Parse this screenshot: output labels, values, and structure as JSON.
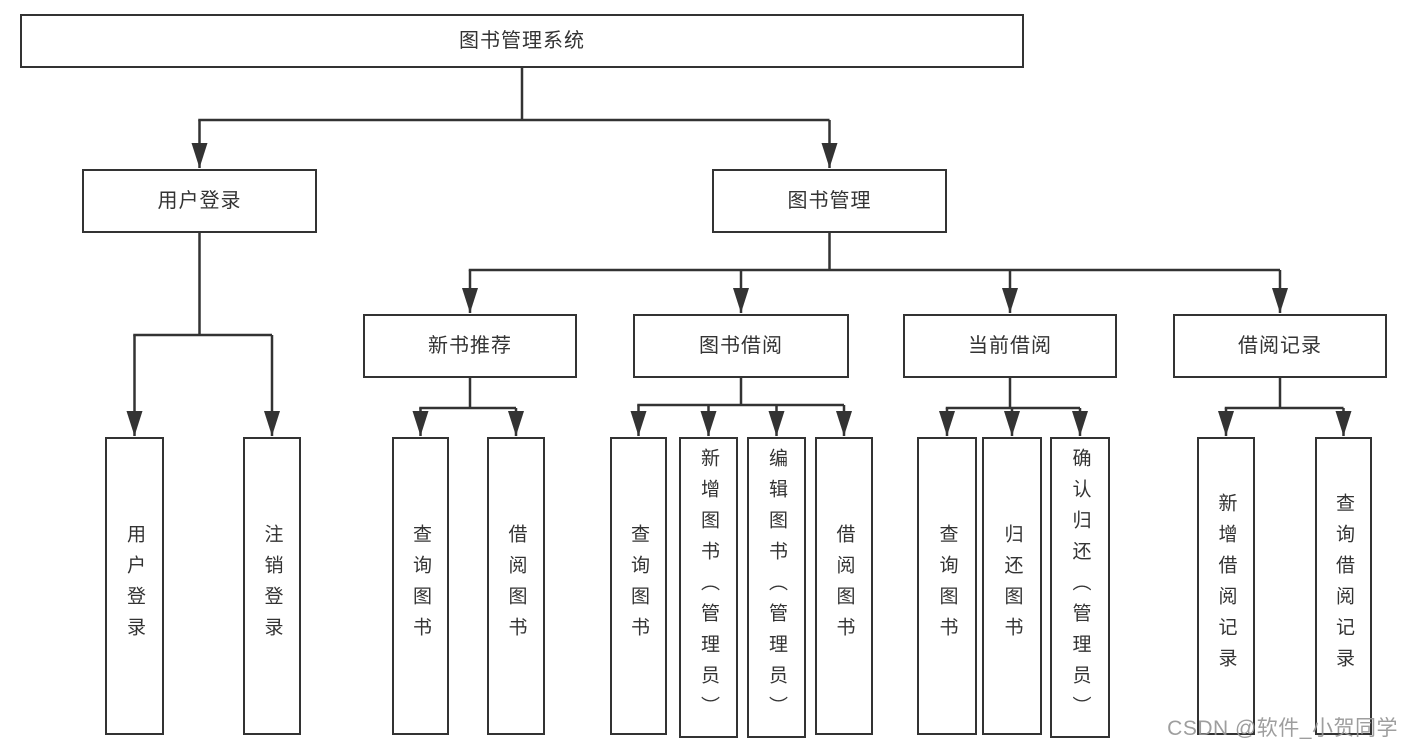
{
  "diagram": {
    "type": "hierarchy-diagram",
    "title": "图书管理系统",
    "watermark": "CSDN @软件_小贺同学",
    "colors": {
      "line": "#333333",
      "text": "#333333",
      "box_background": "#ffffff",
      "watermark": "#969696"
    },
    "nodes": {
      "root": {
        "label": "图书管理系统"
      },
      "user_login": {
        "label": "用户登录"
      },
      "book_mgmt": {
        "label": "图书管理"
      },
      "new_book_rec": {
        "label": "新书推荐"
      },
      "book_borrow": {
        "label": "图书借阅"
      },
      "current_borrow": {
        "label": "当前借阅"
      },
      "borrow_record": {
        "label": "借阅记录"
      },
      "ul_login": {
        "label": "用户登录"
      },
      "ul_logout": {
        "label": "注销登录"
      },
      "nbr_query": {
        "label": "查询图书"
      },
      "nbr_borrow": {
        "label": "借阅图书"
      },
      "bb_query": {
        "label": "查询图书"
      },
      "bb_add": {
        "label": "新增图书（管理员）"
      },
      "bb_edit": {
        "label": "编辑图书（管理员）"
      },
      "bb_borrow": {
        "label": "借阅图书"
      },
      "cb_query": {
        "label": "查询图书"
      },
      "cb_return": {
        "label": "归还图书"
      },
      "cb_confirm": {
        "label": "确认归还（管理员）"
      },
      "br_add": {
        "label": "新增借阅记录"
      },
      "br_query": {
        "label": "查询借阅记录"
      }
    },
    "hierarchy": [
      {
        "parent": "root",
        "children": [
          "user_login",
          "book_mgmt"
        ]
      },
      {
        "parent": "user_login",
        "children": [
          "ul_login",
          "ul_logout"
        ]
      },
      {
        "parent": "book_mgmt",
        "children": [
          "new_book_rec",
          "book_borrow",
          "current_borrow",
          "borrow_record"
        ]
      },
      {
        "parent": "new_book_rec",
        "children": [
          "nbr_query",
          "nbr_borrow"
        ]
      },
      {
        "parent": "book_borrow",
        "children": [
          "bb_query",
          "bb_add",
          "bb_edit",
          "bb_borrow"
        ]
      },
      {
        "parent": "current_borrow",
        "children": [
          "cb_query",
          "cb_return",
          "cb_confirm"
        ]
      },
      {
        "parent": "borrow_record",
        "children": [
          "br_add",
          "br_query"
        ]
      }
    ]
  }
}
